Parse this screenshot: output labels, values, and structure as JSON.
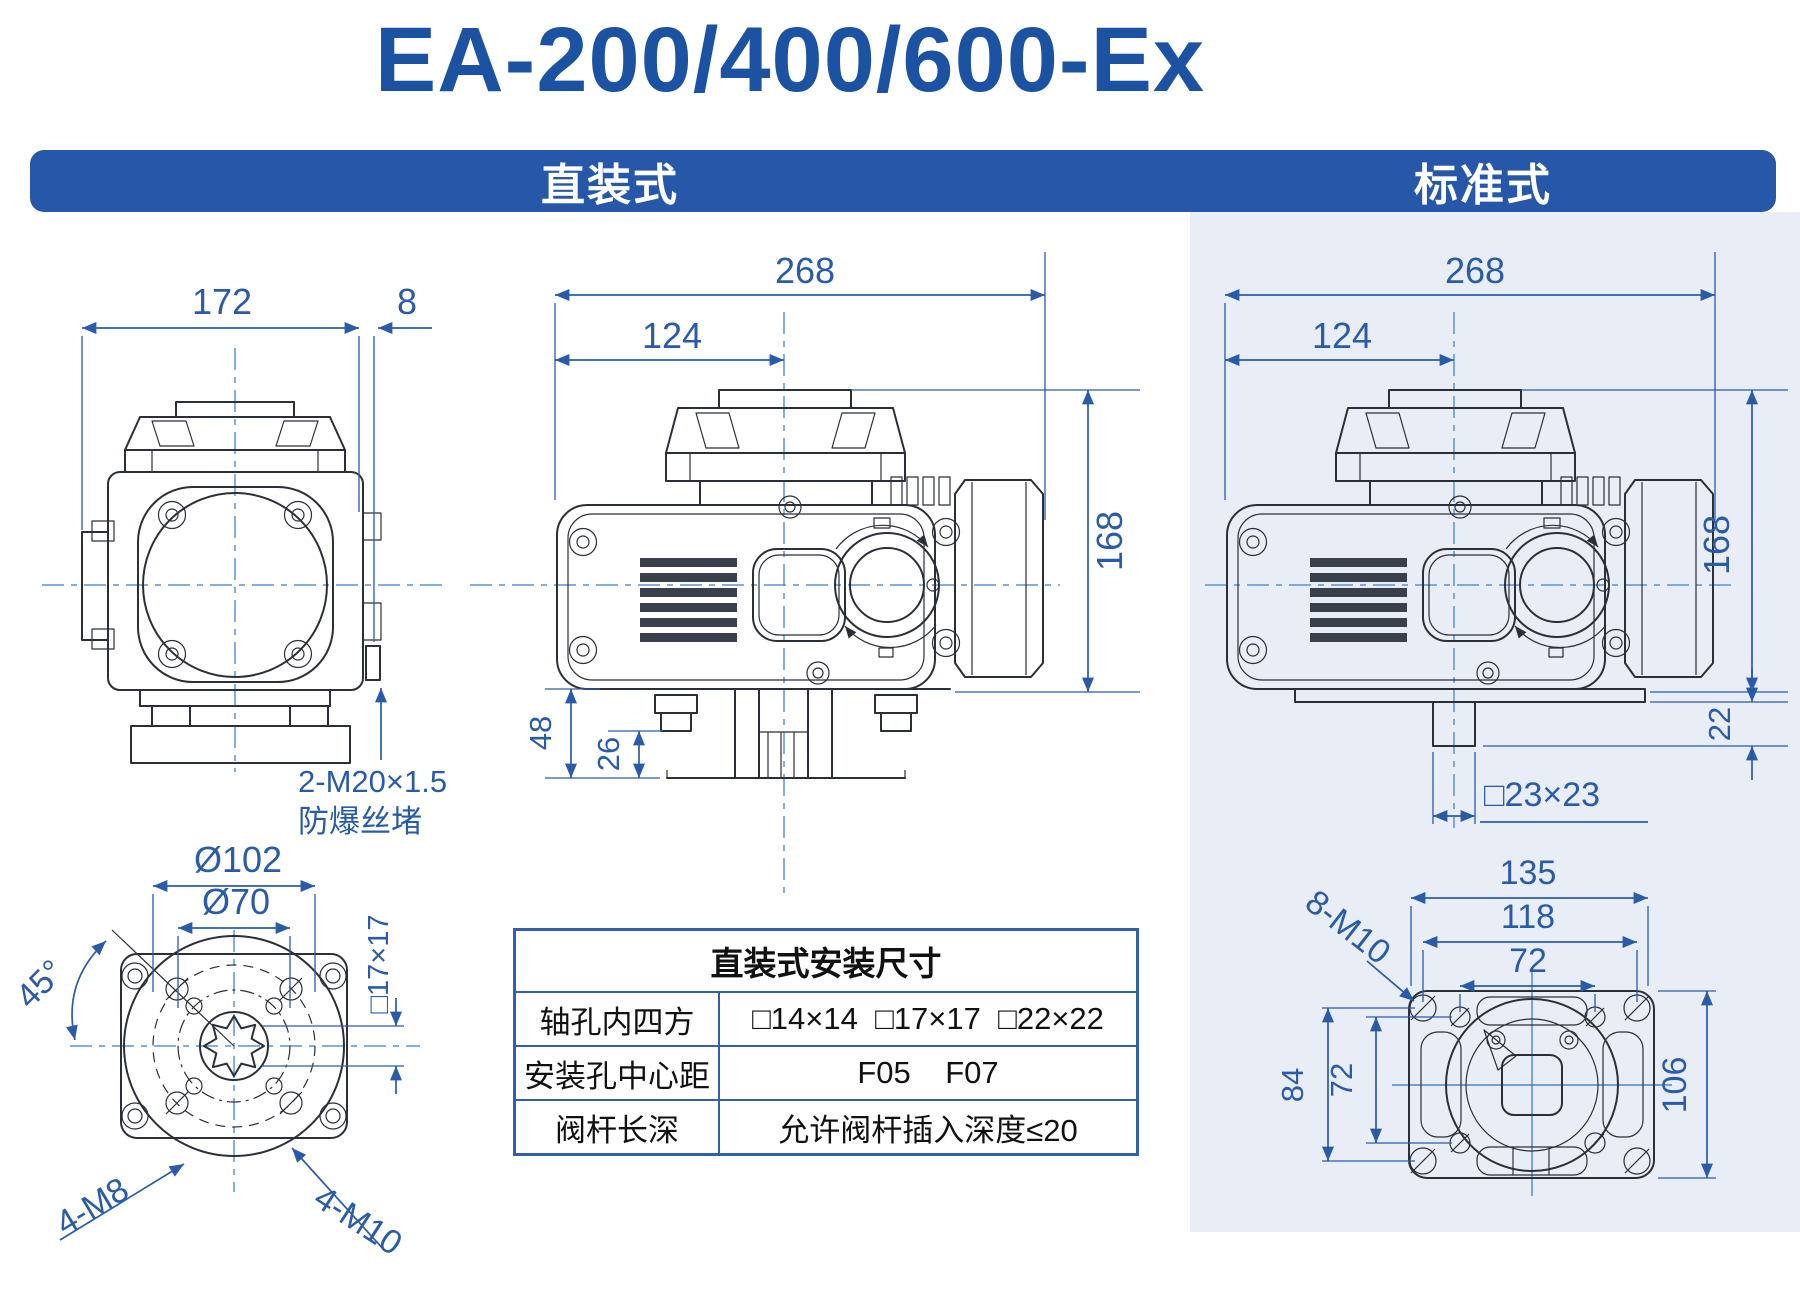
{
  "title": "EA-200/400/600-Ex",
  "header": {
    "left": "直装式",
    "right": "标准式"
  },
  "colors": {
    "title_text": "#1b52a1",
    "section_bar": "#2657a8",
    "dimension_blue": "#2a5ba9",
    "drawing_line": "#2a2f38",
    "right_panel_bg": "#e8edf6",
    "table_border": "#2f5fae"
  },
  "front_view": {
    "dim_width": "172",
    "dim_plug_offset": "8",
    "plug_label_1": "2-M20×1.5",
    "plug_label_2": "防爆丝堵"
  },
  "mount_flange_view": {
    "dim_bolt_circle_outer": "Ø102",
    "dim_bolt_circle_inner": "Ø70",
    "dim_angle": "45°",
    "dim_shaft_square": "□17×17",
    "label_inner_bolts": "4-M8",
    "label_outer_bolts": "4-M10"
  },
  "direct_side_view": {
    "dim_length": "268",
    "dim_to_center": "124",
    "dim_height": "168",
    "dim_bracket_height": "48",
    "dim_foot_height": "26"
  },
  "table": {
    "title": "直装式安装尺寸",
    "rows": [
      {
        "label": "轴孔内四方",
        "value": "□14×14  □17×17  □22×22"
      },
      {
        "label": "安装孔中心距",
        "value": "F05    F07"
      },
      {
        "label": "阀杆长深",
        "value": "允许阀杆插入深度≤20"
      }
    ]
  },
  "standard_side_view": {
    "dim_length": "268",
    "dim_to_center": "124",
    "dim_height": "168",
    "dim_stem_height": "22",
    "dim_stem_square": "□23×23"
  },
  "standard_flange_view": {
    "dim_width_outer": "135",
    "dim_bolt_span_h": "118",
    "dim_inner_span_h": "72",
    "dim_bolt_span_v": "84",
    "dim_inner_span_v": "72",
    "dim_height_outer": "106",
    "label_bolts": "8-M10"
  }
}
